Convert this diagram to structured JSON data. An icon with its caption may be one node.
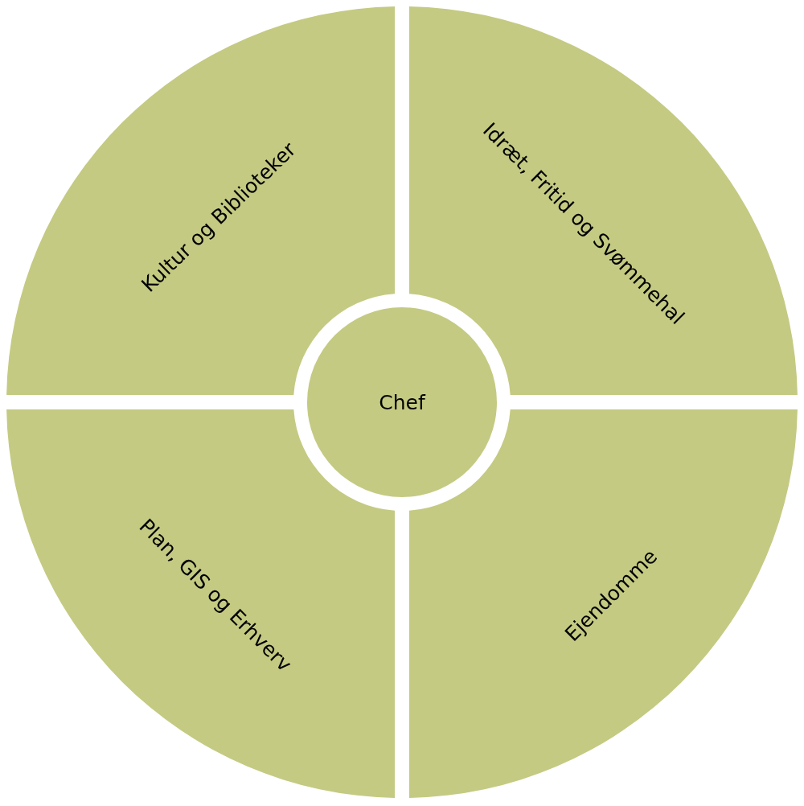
{
  "diagram": {
    "nodes": [
      {
        "text": [
          "Kultur og Biblioteker"
        ]
      },
      {
        "text": [
          "Idræt, Fritid og Svømmehal"
        ]
      },
      {
        "text": [
          "Chef"
        ]
      },
      {
        "text": [
          "Plan, GIS og Erhverv"
        ]
      },
      {
        "text": [
          "Ejendomme"
        ]
      }
    ]
  }
}
